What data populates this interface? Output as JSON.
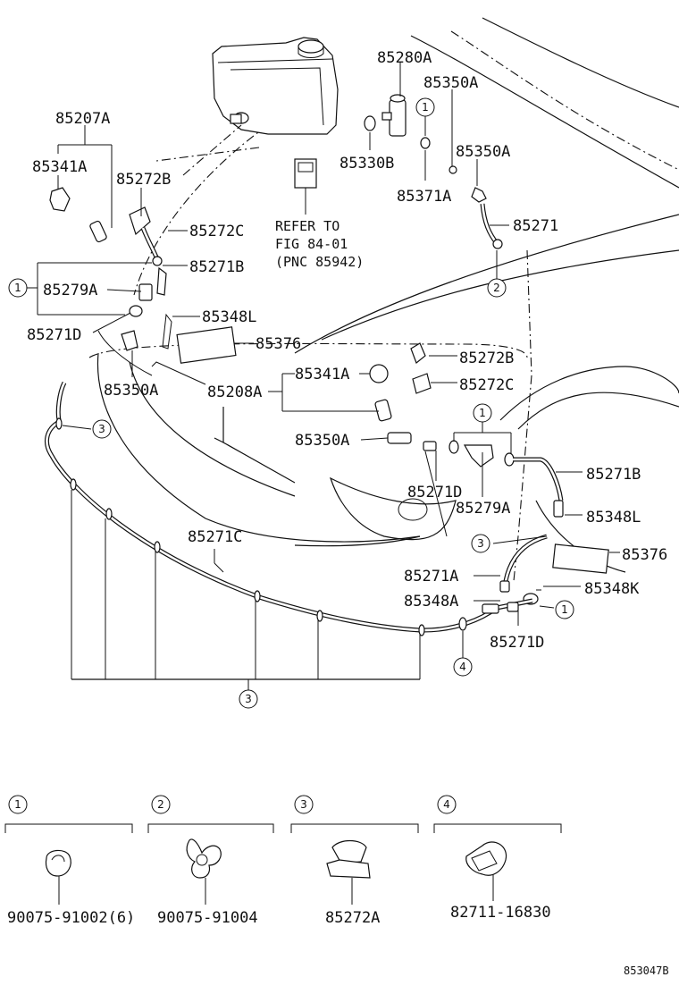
{
  "labels": {
    "p85280A": "85280A",
    "p85350A_1": "85350A",
    "p85207A": "85207A",
    "p85341A_1": "85341A",
    "p85272B_1": "85272B",
    "p85330B": "85330B",
    "p85350A_2": "85350A",
    "p85371A": "85371A",
    "p85271": "85271",
    "p85272C_1": "85272C",
    "p85271B_1": "85271B",
    "p85279A_1": "85279A",
    "p85348L_1": "85348L",
    "p85271D_1": "85271D",
    "p85376_1": "85376",
    "p85272B_2": "85272B",
    "p85341A_2": "85341A",
    "p85272C_2": "85272C",
    "p85350A_3": "85350A",
    "p85208A": "85208A",
    "p85350A_4": "85350A",
    "p85271B_2": "85271B",
    "p85271D_2": "85271D",
    "p85279A_2": "85279A",
    "p85348L_2": "85348L",
    "p85271C": "85271C",
    "p85376_2": "85376",
    "p85271A": "85271A",
    "p85348K": "85348K",
    "p85348A": "85348A",
    "p85271D_3": "85271D"
  },
  "refer_note": {
    "line1": "REFER TO",
    "line2": "FIG 84-01",
    "line3": "(PNC 85942)"
  },
  "callouts": {
    "c1": "1",
    "c2": "2",
    "c3": "3",
    "c4": "4"
  },
  "legend": [
    {
      "num": "1",
      "part": "90075-91002(6)"
    },
    {
      "num": "2",
      "part": "90075-91004"
    },
    {
      "num": "3",
      "part": "85272A"
    },
    {
      "num": "4",
      "part": "82711-16830"
    }
  ],
  "figure_code": "853047B"
}
